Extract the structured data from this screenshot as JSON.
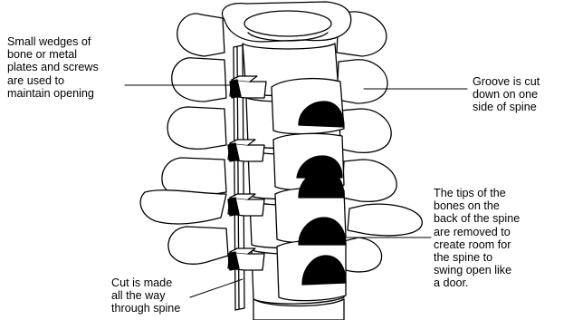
{
  "colors": {
    "line": "#000000",
    "fill": "#ffffff",
    "bone_cut": "#000000"
  },
  "labels": {
    "wedges": [
      "Small wedges of",
      "bone or metal",
      "plates and screws",
      "are used to",
      "maintain opening"
    ],
    "groove": [
      "Groove is cut",
      "down on one",
      "side of spine"
    ],
    "tips": [
      "The tips of the",
      "bones on the",
      "back of the spine",
      "are removed to",
      "create room for",
      "the spine to",
      "swing open like",
      "a door."
    ],
    "cut": [
      "Cut is made",
      "all the way",
      "through spine"
    ]
  }
}
